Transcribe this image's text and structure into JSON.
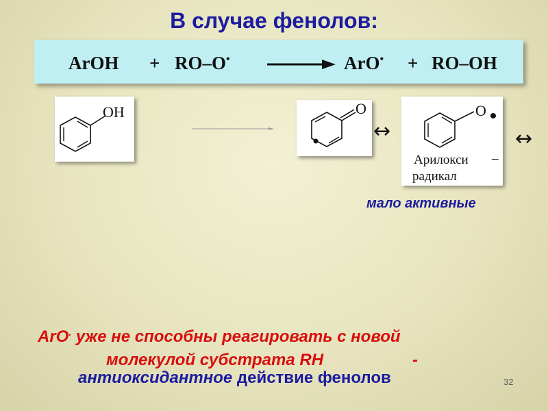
{
  "title": "В случае фенолов:",
  "equation": {
    "reactant1": "ArOH",
    "plus1": "+",
    "reactant2": "RO–O",
    "product1": "ArO",
    "plus2": "+",
    "product2": "RO–OH",
    "radical_dot": "•"
  },
  "structures": {
    "phenol_group": "OH",
    "quinoid_group": "O",
    "aryloxy_group": "O",
    "aryloxy_caption_line1": "Арилокси",
    "aryloxy_caption_dash": "–",
    "aryloxy_caption_line2": "радикал"
  },
  "resonance_symbol": "↔",
  "note_low_activity": "мало активные",
  "conclusion": {
    "line1_prefix": "ArO",
    "line1_dot": ".",
    "line1_rest": " уже не способны реагировать с новой",
    "line2": "молекулой субстрата RH",
    "line2_dash": "-",
    "line3_italic": "антиоксидантное",
    "line3_rest": " действие фенолов"
  },
  "page_number": "32",
  "colors": {
    "title_blue": "#1c1ca0",
    "red": "#d80e0e",
    "equation_bg": "#bfeff3"
  }
}
